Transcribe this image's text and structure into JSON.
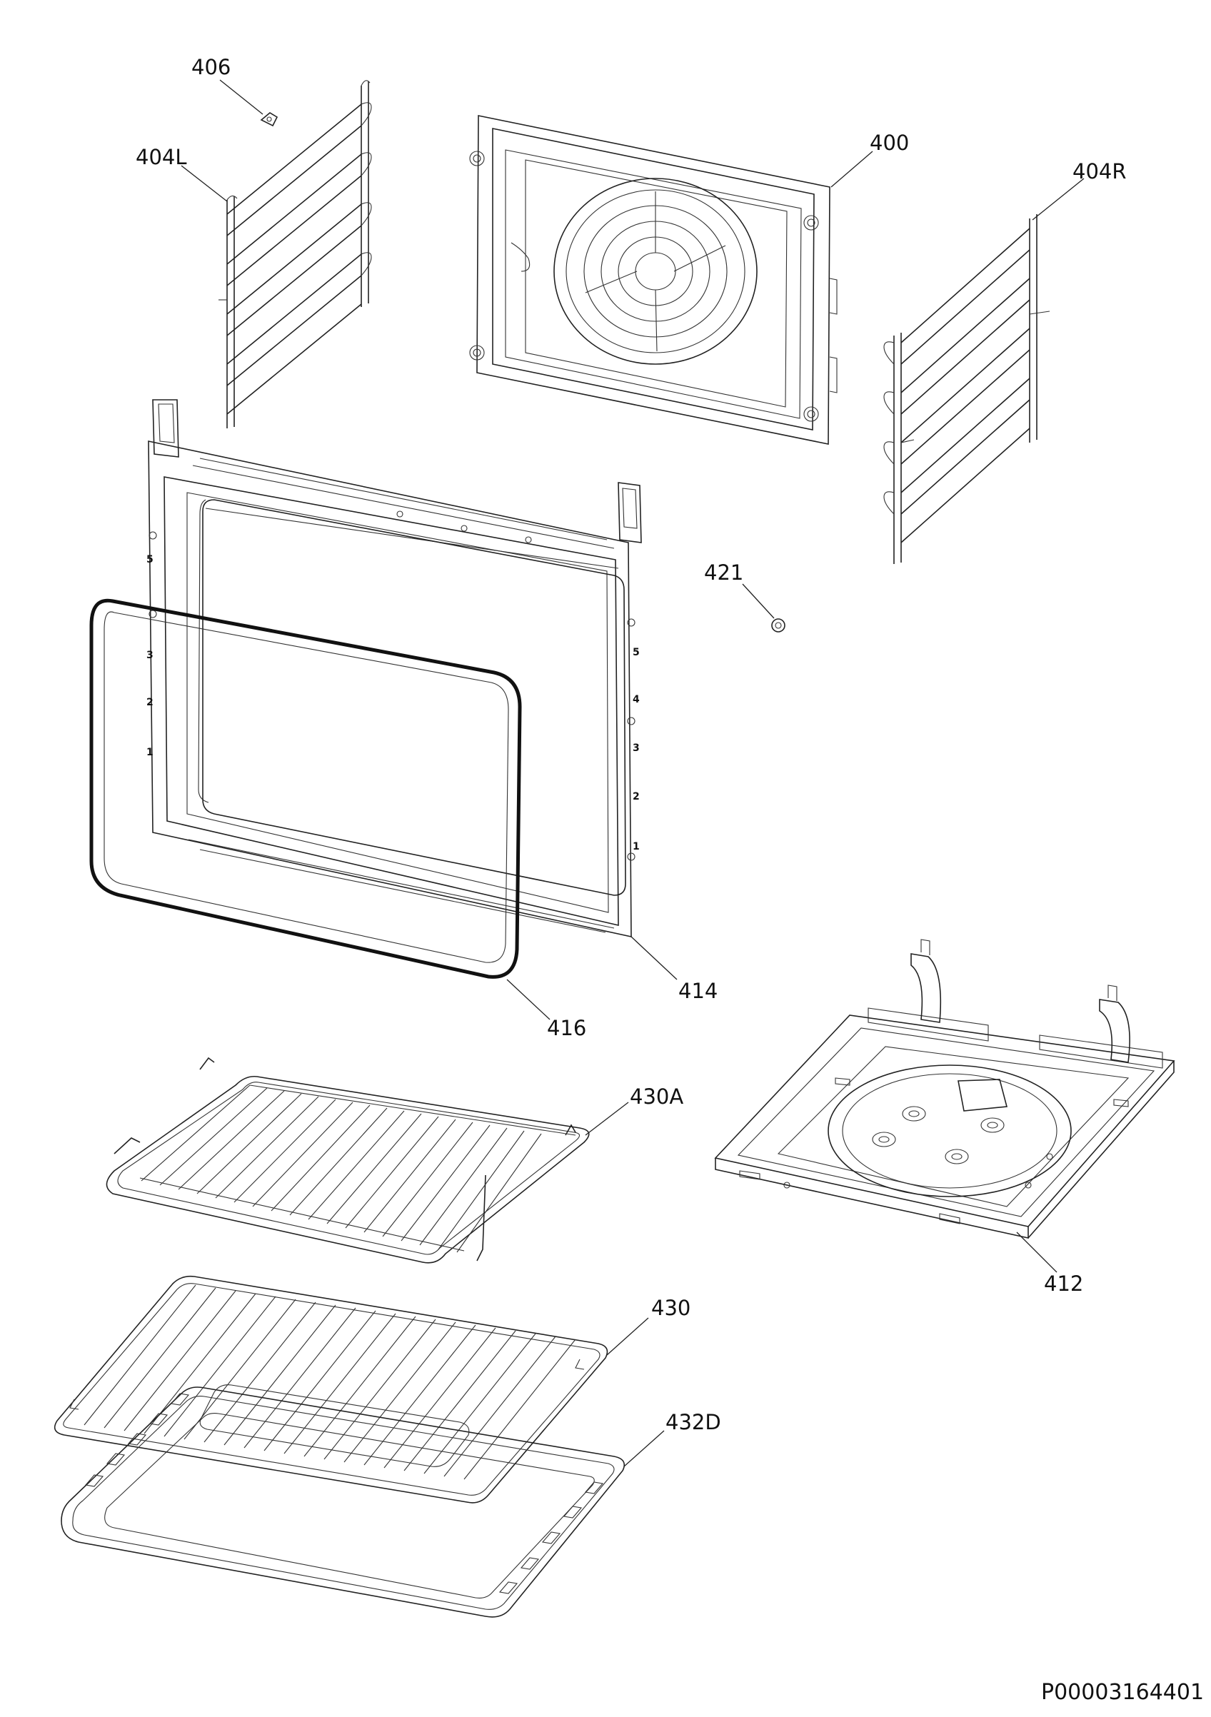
{
  "labels": {
    "p406": "406",
    "p404L": "404L",
    "p400": "400",
    "p404R": "404R",
    "p421": "421",
    "p414": "414",
    "p416": "416",
    "p430A": "430A",
    "p412": "412",
    "p430": "430",
    "p432D": "432D"
  },
  "document_code": "P00003164401",
  "shelf_numbers_left": [
    "5",
    "3",
    "2",
    "1"
  ],
  "shelf_numbers_right": [
    "5",
    "4",
    "3",
    "2",
    "1"
  ],
  "colors": {
    "line": "#222222",
    "background": "#ffffff"
  }
}
